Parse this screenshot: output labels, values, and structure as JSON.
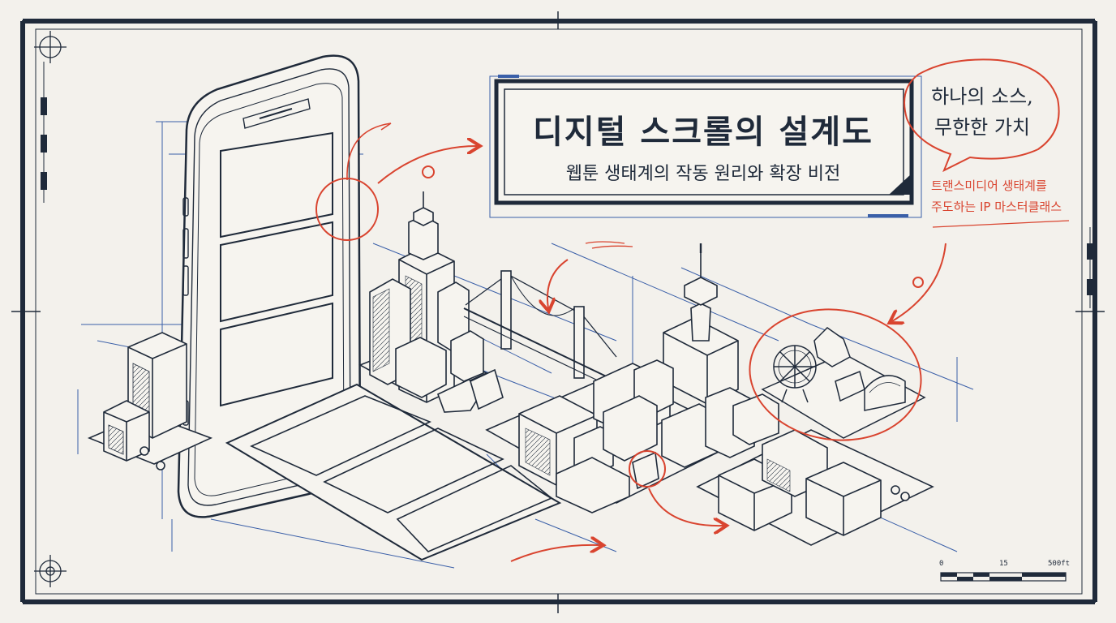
{
  "title": "디지털 스크롤의 설계도",
  "subtitle": "웹툰 생태계의 작동 원리와 확장 비전",
  "speech_bubble": {
    "line1": "하나의 소스,",
    "line2": "무한한 가치"
  },
  "red_note": {
    "line1": "트랜스미디어 생태계를",
    "line2": "주도하는 IP 마스터클래스"
  },
  "scale_bar": {
    "tick_start": "0",
    "tick_mid": "15",
    "tick_end": "500ft"
  },
  "icons": [
    "crosshair-icon",
    "smartphone-icon",
    "ferris-wheel-icon",
    "tower-icon",
    "bridge-icon"
  ],
  "colors": {
    "ink": "#1f2a3a",
    "blueprint_blue": "#3a5fa8",
    "accent_red": "#d9442f",
    "paper": "#f3f1ec"
  }
}
